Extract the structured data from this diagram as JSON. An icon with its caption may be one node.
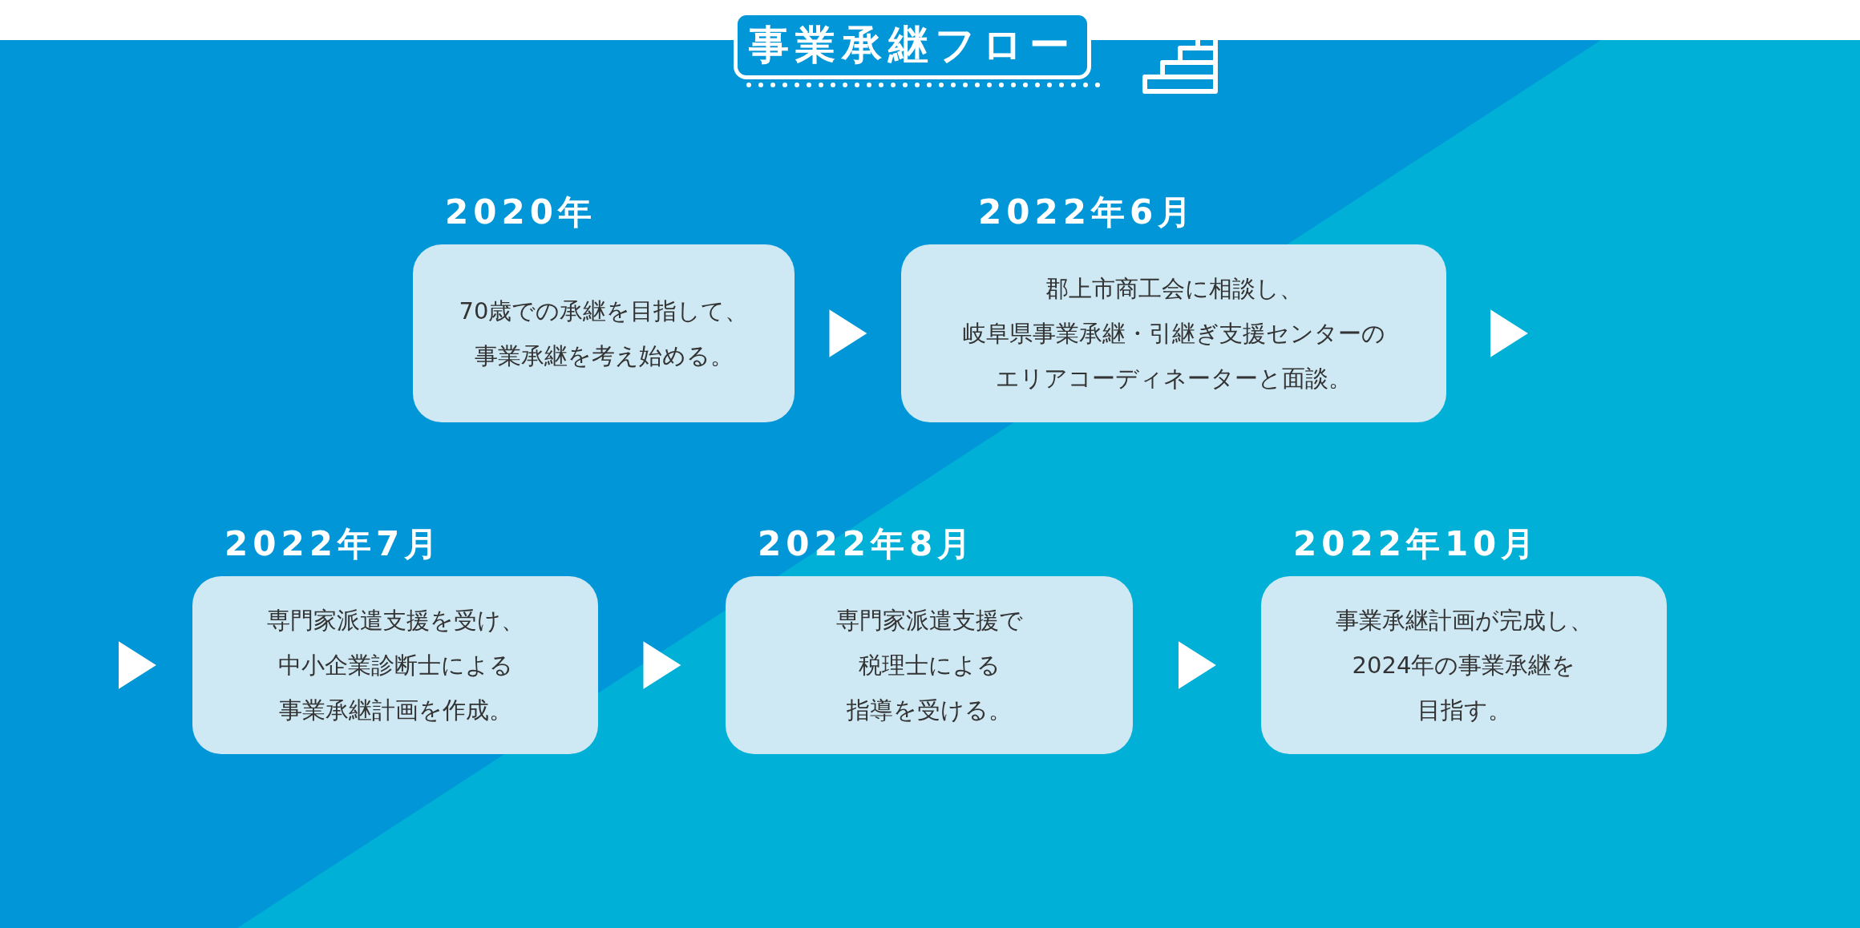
{
  "diagram": {
    "title": "事業承継フロー",
    "nodes": [
      {
        "text": [
          "2020年",
          "70歳での承継を目指して、事業承継を考え始める。"
        ]
      },
      {
        "text": [
          "2022年6月",
          "郡上市商工会に相談し、岐阜県事業承継・引継ぎ支援センターのエリアコーディネーターと面談。"
        ]
      },
      {
        "text": [
          "2022年7月",
          "専門家派遣支援を受け、中小企業診断士による事業承継計画を作成。"
        ]
      },
      {
        "text": [
          "2022年8月",
          "専門家派遣支援で税理士による指導を受ける。"
        ]
      },
      {
        "text": [
          "2022年10月",
          "事業承継計画が完成し、2024年の事業承継を目指す。"
        ]
      }
    ],
    "edges": [
      {
        "from": 0,
        "to": 1,
        "arrow": "to"
      },
      {
        "from": 1,
        "to": null,
        "arrow": "to"
      },
      {
        "from": null,
        "to": 2,
        "arrow": "to"
      },
      {
        "from": 2,
        "to": 3,
        "arrow": "to"
      },
      {
        "from": 3,
        "to": 4,
        "arrow": "to"
      }
    ]
  }
}
